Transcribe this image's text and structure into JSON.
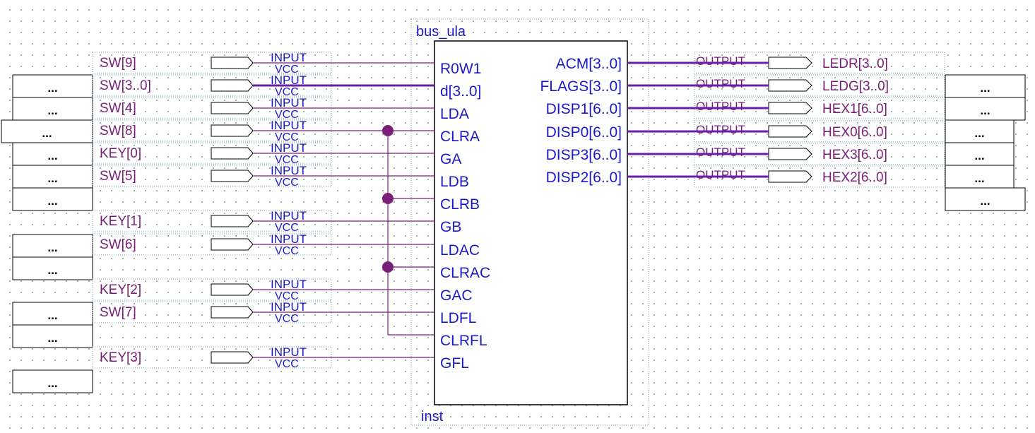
{
  "block": {
    "name": "bus_ula",
    "instance": "inst",
    "inputs": [
      "R0W1",
      "d[3..0]",
      "LDA",
      "CLRA",
      "GA",
      "LDB",
      "CLRB",
      "GB",
      "LDAC",
      "CLRAC",
      "GAC",
      "LDFL",
      "CLRFL",
      "GFL"
    ],
    "outputs": [
      "ACM[3..0]",
      "FLAGS[3..0]",
      "DISP1[6..0]",
      "DISP0[6..0]",
      "DISP3[6..0]",
      "DISP2[6..0]"
    ]
  },
  "input_pins": [
    {
      "name": "SW[9]",
      "type": "INPUT",
      "default": "VCC",
      "port": "R0W1"
    },
    {
      "name": "SW[3..0]",
      "type": "INPUT",
      "default": "VCC",
      "port": "d[3..0]"
    },
    {
      "name": "SW[4]",
      "type": "INPUT",
      "default": "VCC",
      "port": "LDA"
    },
    {
      "name": "SW[8]",
      "type": "INPUT",
      "default": "VCC",
      "port": "CLRA"
    },
    {
      "name": "KEY[0]",
      "type": "INPUT",
      "default": "VCC",
      "port": "GA"
    },
    {
      "name": "SW[5]",
      "type": "INPUT",
      "default": "VCC",
      "port": "LDB"
    },
    {
      "name": "KEY[1]",
      "type": "INPUT",
      "default": "VCC",
      "port": "GB"
    },
    {
      "name": "SW[6]",
      "type": "INPUT",
      "default": "VCC",
      "port": "LDAC"
    },
    {
      "name": "KEY[2]",
      "type": "INPUT",
      "default": "VCC",
      "port": "GAC"
    },
    {
      "name": "SW[7]",
      "type": "INPUT",
      "default": "VCC",
      "port": "LDFL"
    },
    {
      "name": "KEY[3]",
      "type": "INPUT",
      "default": "VCC",
      "port": "GFL"
    }
  ],
  "output_pins": [
    {
      "name": "LEDR[3..0]",
      "type": "OUTPUT",
      "port": "ACM[3..0]"
    },
    {
      "name": "LEDG[3..0]",
      "type": "OUTPUT",
      "port": "FLAGS[3..0]"
    },
    {
      "name": "HEX1[6..0]",
      "type": "OUTPUT",
      "port": "DISP1[6..0]"
    },
    {
      "name": "HEX0[6..0]",
      "type": "OUTPUT",
      "port": "DISP0[6..0]"
    },
    {
      "name": "HEX3[6..0]",
      "type": "OUTPUT",
      "port": "DISP3[6..0]"
    },
    {
      "name": "HEX2[6..0]",
      "type": "OUTPUT",
      "port": "DISP2[6..0]"
    }
  ],
  "placeholder_label": "...",
  "colors": {
    "wire": "#7a1f78",
    "bus": "#6a1fa8",
    "port_text": "#1a1acc",
    "pin_text": "#7a1f78",
    "frame": "#6fa0b0",
    "junction": "#7a1f78"
  }
}
